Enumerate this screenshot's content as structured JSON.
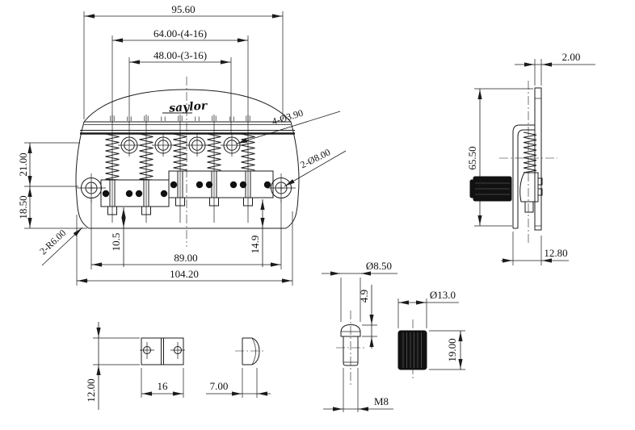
{
  "drawing": {
    "logo_text": "saylor",
    "front_view": {
      "dim_overall_top": "95.60",
      "dim_string_spacing_4": "64.00-(4-16)",
      "dim_string_spacing_3": "48.00-(3-16)",
      "label_string_holes": "4-Ø3.90",
      "label_mount_holes": "2-Ø8.00",
      "dim_upper_height": "21.00",
      "dim_lower_height": "18.50",
      "label_corner_radius": "2-R6.00",
      "dim_saddle_left_height": "10.5",
      "dim_saddle_right_height": "14.9",
      "dim_mount_spacing": "89.00",
      "dim_overall_width": "104.20"
    },
    "side_view": {
      "dim_plate_thickness": "2.00",
      "dim_overall_height": "65.50",
      "dim_overall_depth": "12.80"
    },
    "saddle_detail": {
      "dim_height": "12.00",
      "dim_width": "16",
      "dim_depth": "7.00"
    },
    "stud_detail": {
      "dim_head_diameter": "Ø8.50",
      "dim_head_height": "4.9",
      "label_thread": "M8"
    },
    "wheel_detail": {
      "dim_diameter": "Ø13.0",
      "dim_length": "19.00"
    },
    "colors": {
      "line": "#1b1b1b",
      "background": "#ffffff",
      "solid_fill": "#111111"
    }
  }
}
